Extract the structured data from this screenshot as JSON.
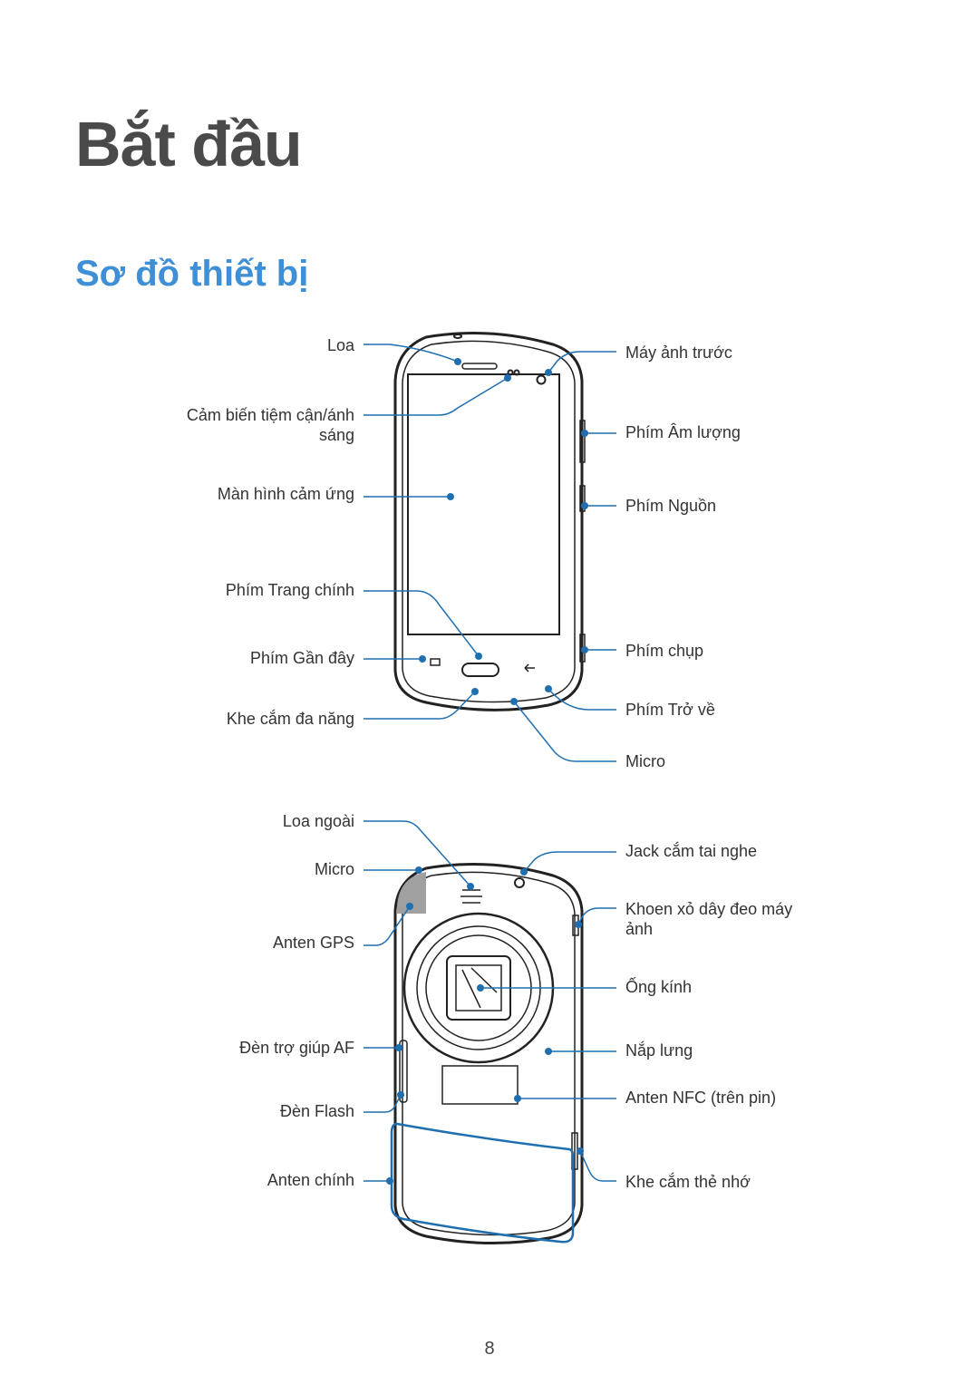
{
  "chapter_title": "Bắt đầu",
  "section_title": "Sơ đồ thiết bị",
  "front_labels": {
    "speaker": "Loa",
    "sensor_line1": "Cảm biến tiệm cận/ánh",
    "sensor_line2": "sáng",
    "touchscreen": "Màn hình cảm ứng",
    "home_key": "Phím Trang chính",
    "recent_key": "Phím Gần đây",
    "multipurpose_jack": "Khe cắm đa năng",
    "front_camera": "Máy ảnh trước",
    "volume_key": "Phím Âm lượng",
    "power_key": "Phím Nguồn",
    "shutter_key": "Phím chụp",
    "back_key": "Phím Trở về",
    "microphone": "Micro"
  },
  "back_labels": {
    "external_speaker": "Loa ngoài",
    "microphone": "Micro",
    "gps_antenna": "Anten GPS",
    "af_assist_light": "Đèn trợ giúp AF",
    "flash": "Đèn Flash",
    "main_antenna": "Anten chính",
    "headset_jack": "Jack cắm tai nghe",
    "strap_hole_line1": "Khoen xỏ dây đeo máy",
    "strap_hole_line2": "ảnh",
    "lens": "Ống kính",
    "back_cover": "Nắp lưng",
    "nfc_antenna": "Anten NFC (trên pin)",
    "memory_card_slot": "Khe cắm thẻ nhớ"
  },
  "page_number": "8",
  "colors": {
    "title": "#4a4a4a",
    "section": "#3f8fd6",
    "callout": "#1f6fb0",
    "outline": "#222222"
  }
}
